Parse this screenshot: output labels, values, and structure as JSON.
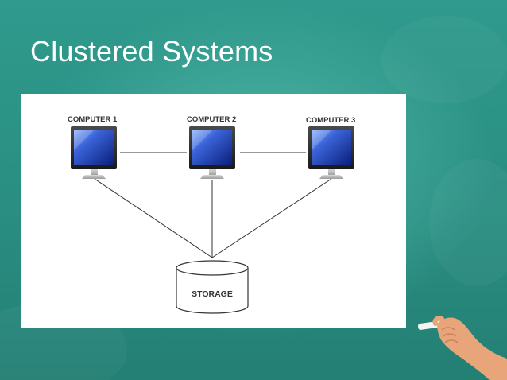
{
  "slide": {
    "title": "Clustered Systems",
    "background_color": "#2f9a8d"
  },
  "diagram": {
    "nodes": [
      {
        "id": "computer-1",
        "label": "COMPUTER 1",
        "icon": "monitor-icon"
      },
      {
        "id": "computer-2",
        "label": "COMPUTER 2",
        "icon": "monitor-icon"
      },
      {
        "id": "computer-3",
        "label": "COMPUTER 3",
        "icon": "monitor-icon"
      }
    ],
    "storage": {
      "label": "STORAGE",
      "icon": "database-cylinder-icon"
    },
    "links": [
      {
        "from": "computer-1",
        "to": "computer-2"
      },
      {
        "from": "computer-2",
        "to": "computer-3"
      },
      {
        "from": "computer-1",
        "to": "storage"
      },
      {
        "from": "computer-2",
        "to": "storage"
      },
      {
        "from": "computer-3",
        "to": "storage"
      }
    ]
  },
  "decor": {
    "hand_icon": "hand-holding-chalk-icon"
  }
}
